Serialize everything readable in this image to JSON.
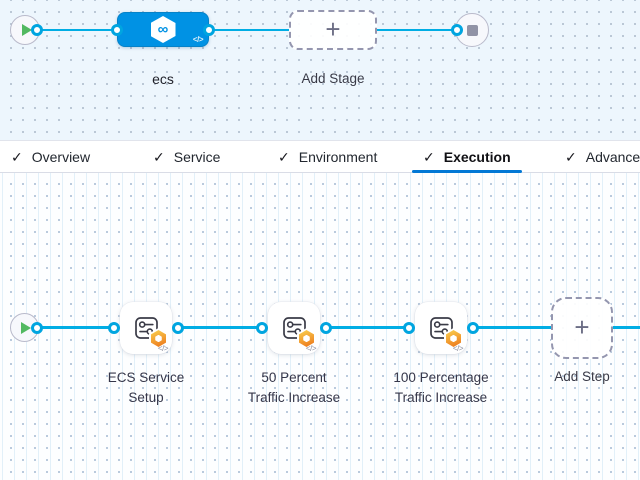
{
  "stage_canvas": {
    "stage": {
      "name": "ecs"
    },
    "add_stage": {
      "label": "Add Stage"
    }
  },
  "tabs": {
    "items": [
      {
        "label": "Overview",
        "checked": true,
        "active": false
      },
      {
        "label": "Service",
        "checked": true,
        "active": false
      },
      {
        "label": "Environment",
        "checked": true,
        "active": false
      },
      {
        "label": "Execution",
        "checked": true,
        "active": true
      },
      {
        "label": "Advanced",
        "checked": true,
        "active": false
      }
    ]
  },
  "execution_canvas": {
    "steps": [
      {
        "line1": "ECS Service",
        "line2": "Setup"
      },
      {
        "line1": "50 Percent",
        "line2": "Traffic Increase"
      },
      {
        "line1": "100 Percentage",
        "line2": "Traffic Increase"
      }
    ],
    "add_step": {
      "label": "Add Step"
    }
  },
  "icons": {
    "check": "✓",
    "plus": "+",
    "code": "</>",
    "infinity": "∞"
  },
  "colors": {
    "edge_blue": "#00ADE4",
    "stage_node_blue": "#0092E4",
    "active_tab_blue": "#0278D5",
    "badge_orange": "#EE8121",
    "play_green": "#52B961",
    "stop_gray": "#9193A6"
  }
}
